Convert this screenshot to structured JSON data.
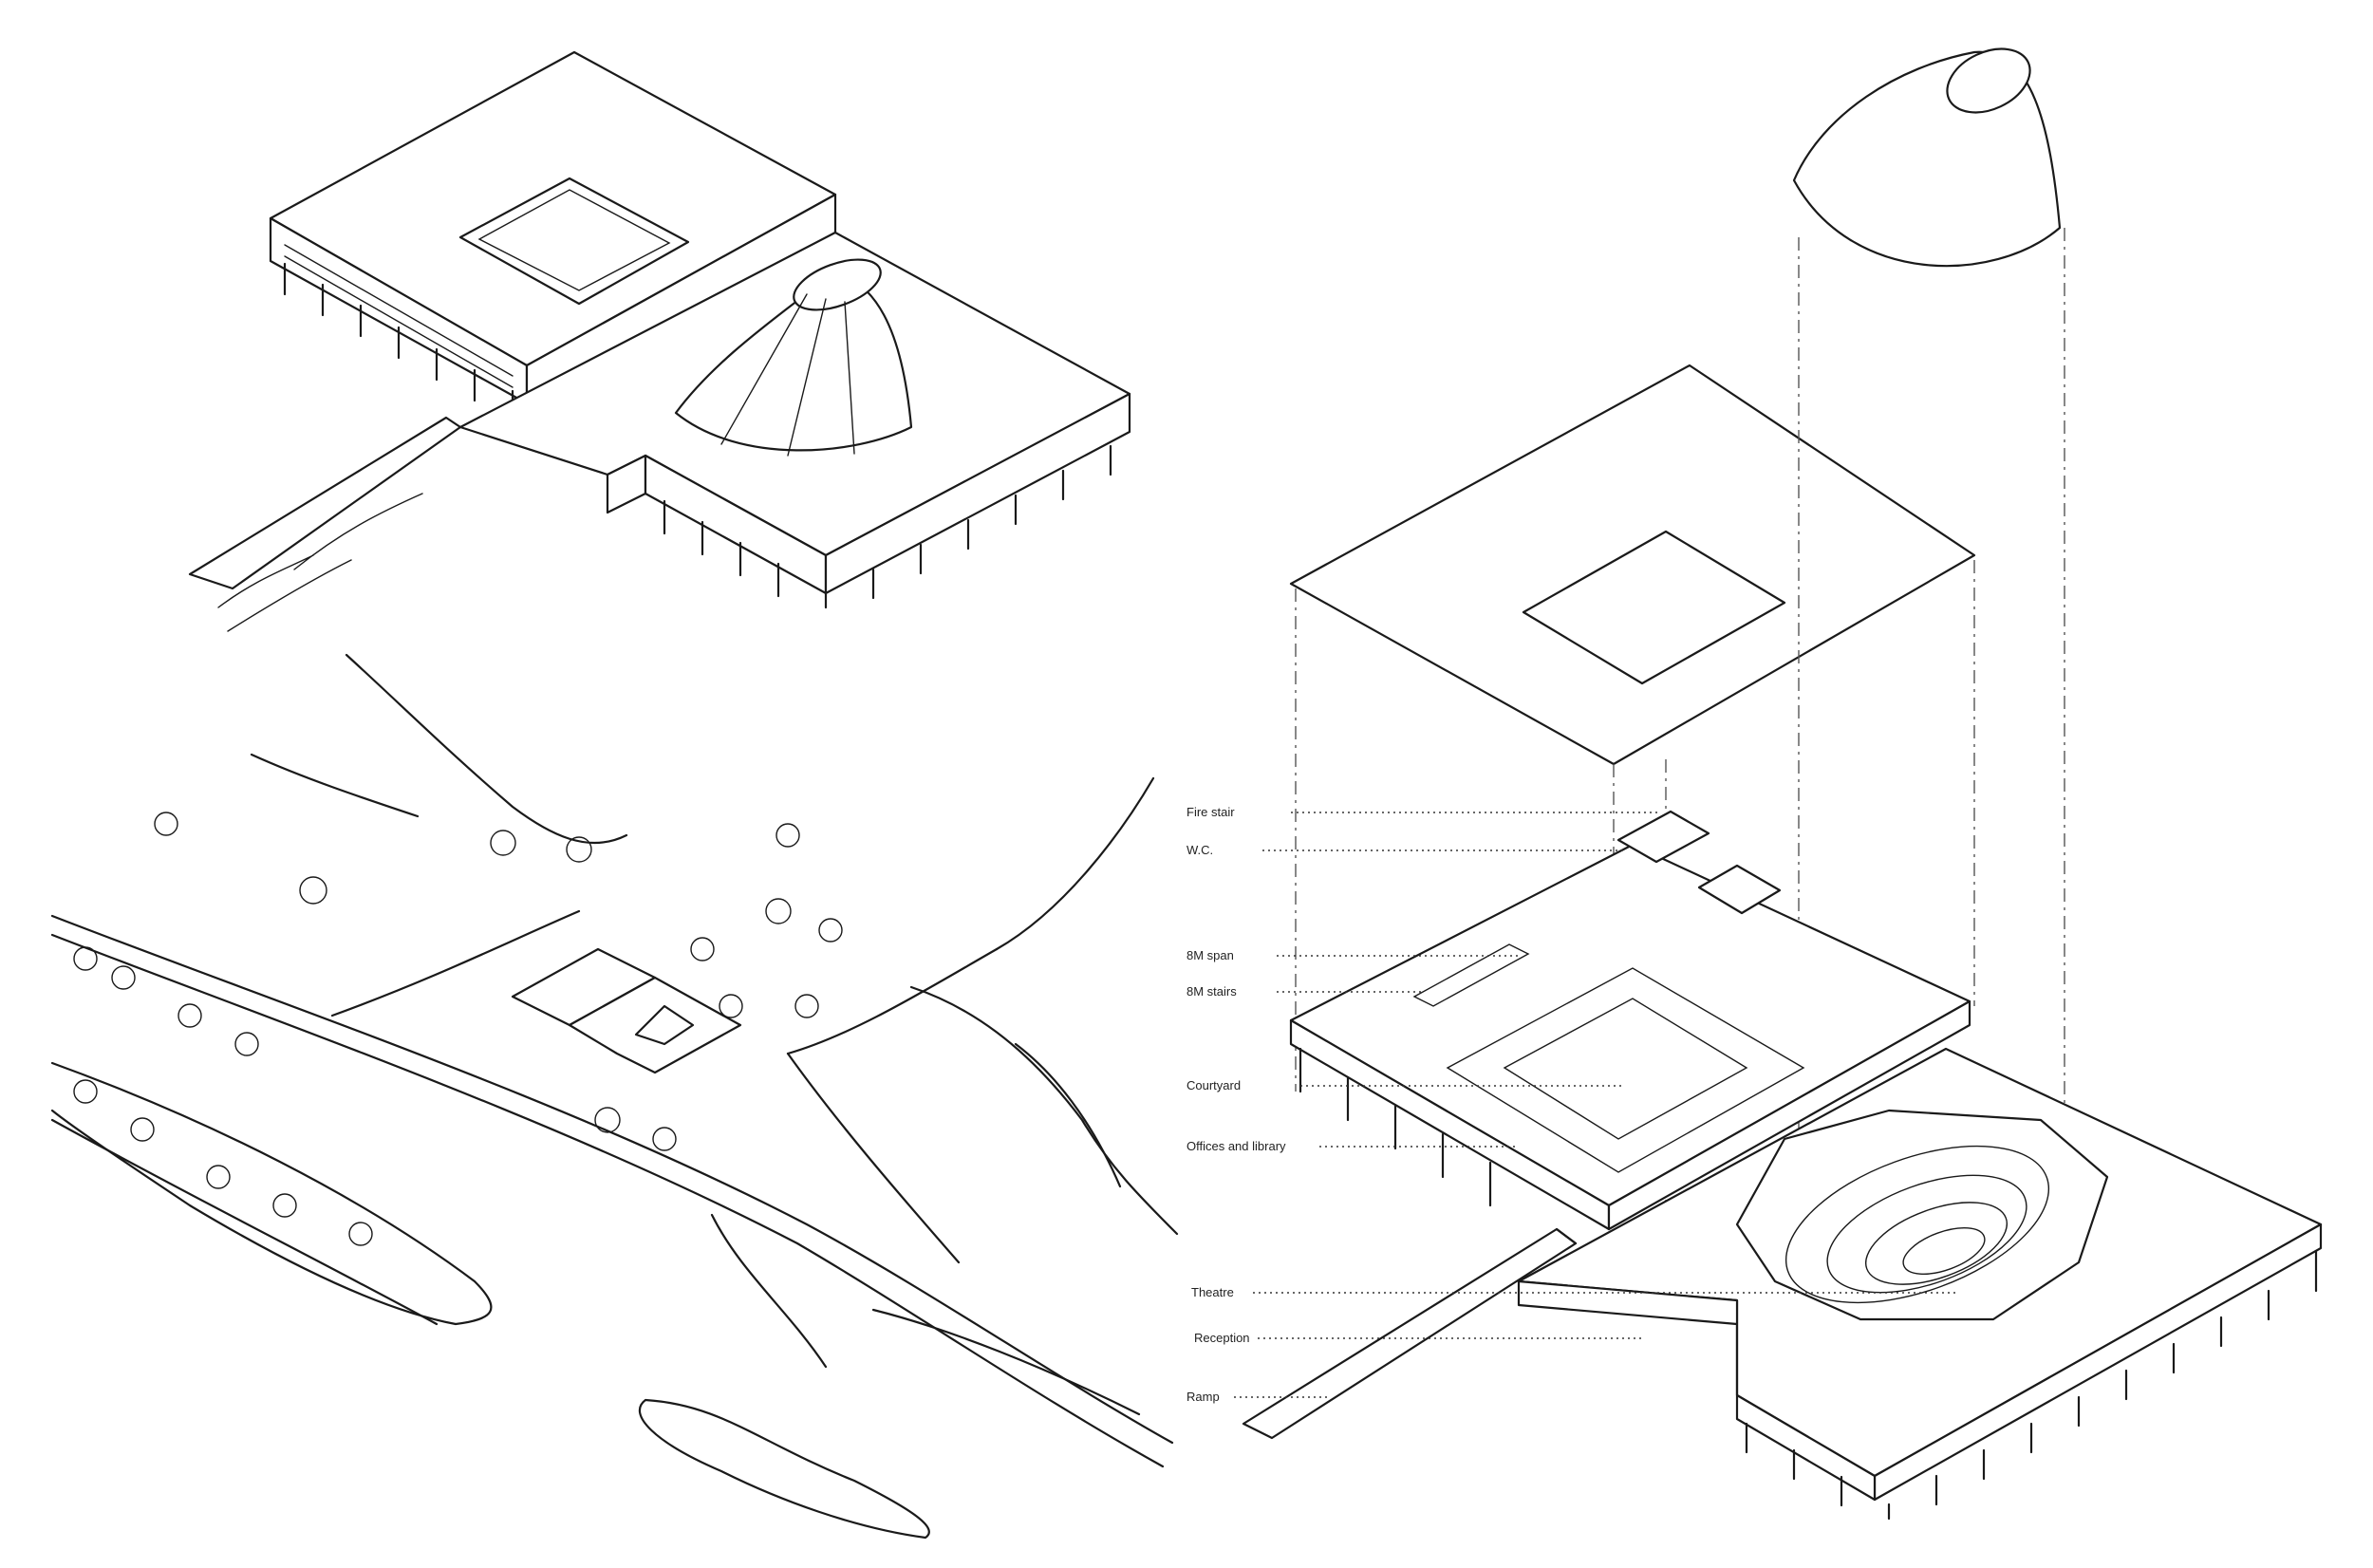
{
  "labels": {
    "fire_stair": "Fire stair",
    "wc": "W.C.",
    "span": "8M span",
    "stairs": "8M stairs",
    "courtyard": "Courtyard",
    "offices": "Offices and library",
    "theatre": "Theatre",
    "reception": "Reception",
    "ramp": "Ramp"
  }
}
